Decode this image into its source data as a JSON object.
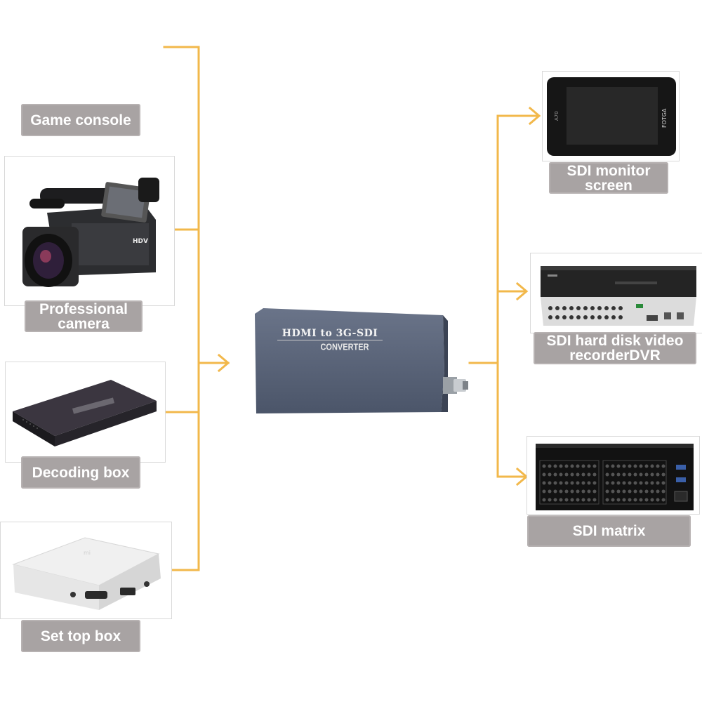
{
  "diagram": {
    "inputs": [
      {
        "id": "game-console",
        "label": "Game console"
      },
      {
        "id": "professional-camera",
        "label": "Professional camera"
      },
      {
        "id": "decoding-box",
        "label": "Decoding box"
      },
      {
        "id": "set-top-box",
        "label": "Set top box"
      }
    ],
    "converter": {
      "line1": "HDMI to 3G-SDI",
      "line2": "CONVERTER"
    },
    "outputs": [
      {
        "id": "sdi-monitor",
        "label_line1": "SDI monitor",
        "label_line2": "screen",
        "brand": "FOTGA"
      },
      {
        "id": "sdi-dvr",
        "label_line1": "SDI hard disk video",
        "label_line2": "recorderDVR"
      },
      {
        "id": "sdi-matrix",
        "label": "SDI matrix"
      }
    ],
    "colors": {
      "connector": "#f2b84b",
      "label_bg": "#a8a3a3",
      "converter_body": "#4d5970"
    }
  }
}
